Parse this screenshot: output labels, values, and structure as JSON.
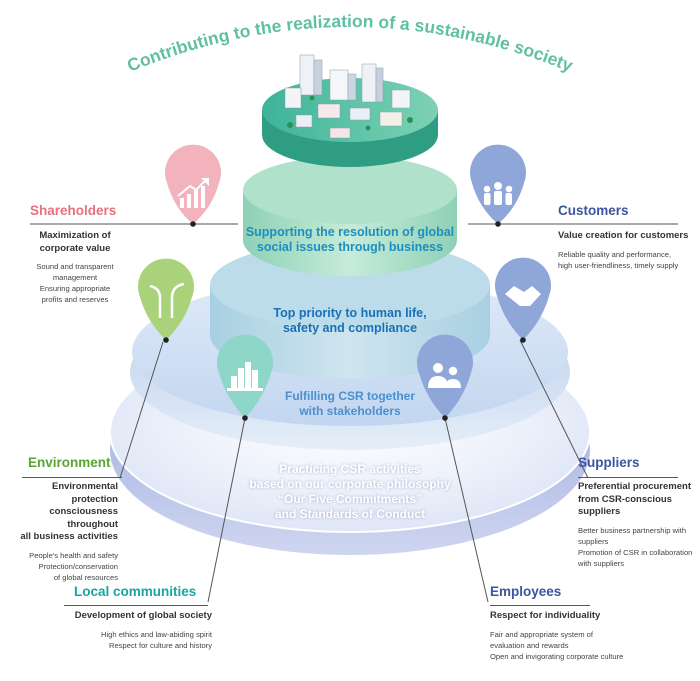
{
  "headline": "Contributing to the realization of a sustainable society",
  "tiers": [
    {
      "line1": "Supporting the resolution of global",
      "line2": "social issues through business",
      "color": "#1d8fbf"
    },
    {
      "line1": "Top priority to human life,",
      "line2": "safety and compliance",
      "color": "#1b6fb7"
    },
    {
      "line1": "Fulfilling CSR together",
      "line2": "with stakeholders",
      "color": "#4a8fcf"
    }
  ],
  "base": {
    "line1": "Practicing CSR activities",
    "line2": "based on our corporate philosophy",
    "line3": "“Our Five Commitments”",
    "line4": "and Standards of Conduct",
    "color": "#ffffff"
  },
  "stakeholders": {
    "shareholders": {
      "title": "Shareholders",
      "color": "#e8707f",
      "icon": "chart-growth-icon",
      "sub": [
        "Maximization of",
        "corporate value"
      ],
      "details": [
        "Sound and transparent",
        "management",
        "Ensuring appropriate",
        "profits and reserves"
      ]
    },
    "customers": {
      "title": "Customers",
      "color": "#3b55a0",
      "icon": "people-group-icon",
      "sub": [
        "Value creation for customers"
      ],
      "details": [
        "Reliable quality and performance,",
        "high user-friendliness, timely supply"
      ]
    },
    "environment": {
      "title": "Environment",
      "color": "#5aa531",
      "icon": "sprout-icon",
      "sub": [
        "Environmental protection",
        "consciousness throughout",
        "all business activities"
      ],
      "details": [
        "People's health and safety",
        "Protection/conservation",
        "of global resources"
      ]
    },
    "suppliers": {
      "title": "Suppliers",
      "color": "#3b55a0",
      "icon": "handshake-icon",
      "sub": [
        "Preferential procurement",
        "from CSR-conscious",
        "suppliers"
      ],
      "details": [
        "Better business partnership with",
        "suppliers",
        "Promotion of CSR in collaboration",
        "with suppliers"
      ]
    },
    "local": {
      "title": "Local communities",
      "color": "#1aa5a0",
      "icon": "city-buildings-icon",
      "sub": [
        "Development of global society"
      ],
      "details": [
        "High ethics and law-abiding spirit",
        "Respect for culture and history"
      ]
    },
    "employees": {
      "title": "Employees",
      "color": "#3b55a0",
      "icon": "person-couple-icon",
      "sub": [
        "Respect for individuality"
      ],
      "details": [
        "Fair and appropriate system of",
        "evaluation and rewards",
        "Open and invigorating corporate culture"
      ]
    }
  }
}
